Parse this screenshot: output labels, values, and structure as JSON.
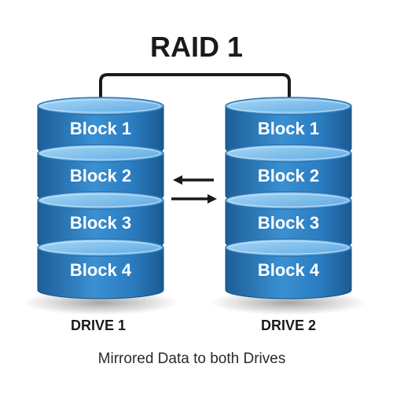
{
  "title": "RAID 1",
  "caption": "Mirrored Data to both Drives",
  "drives": [
    {
      "label": "DRIVE 1",
      "blocks": [
        "Block 1",
        "Block 2",
        "Block 3",
        "Block 4"
      ]
    },
    {
      "label": "DRIVE 2",
      "blocks": [
        "Block 1",
        "Block 2",
        "Block 3",
        "Block 4"
      ]
    }
  ],
  "arrows": {
    "icon_left": "arrow-left-icon",
    "icon_right": "arrow-right-icon"
  },
  "colors": {
    "disk_dark": "#1d5e98",
    "disk_mid": "#2e82c6",
    "disk_light": "#5aa8e2",
    "disk_top": "#8ec8f0",
    "line": "#1a1a1a"
  }
}
